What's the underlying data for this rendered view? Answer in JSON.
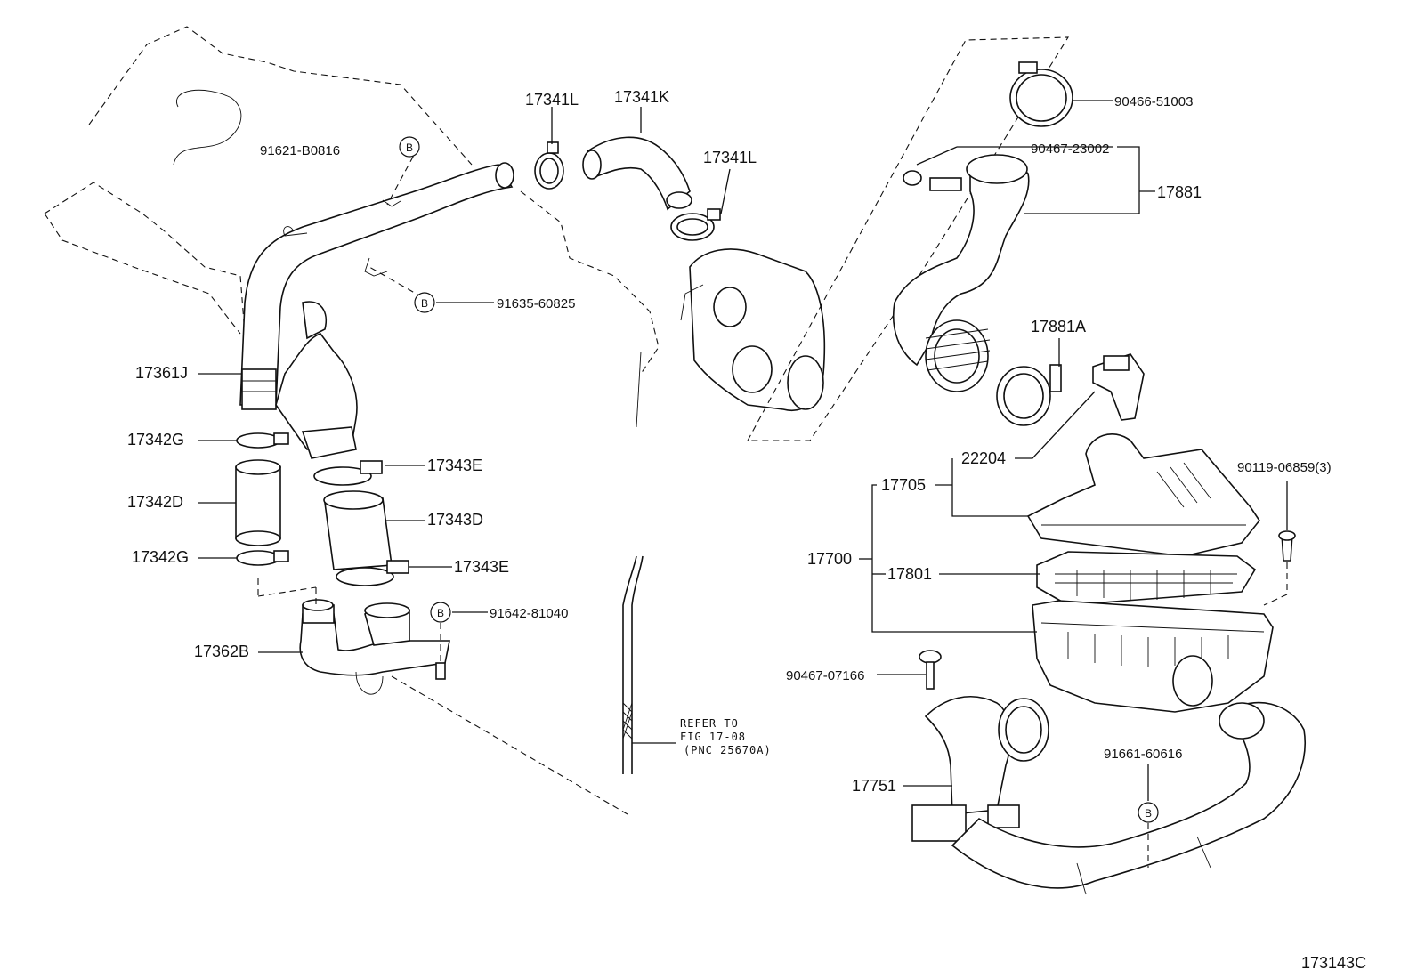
{
  "figure_id": "173143C",
  "marker_symbol": "B",
  "note": {
    "line1": "REFER TO",
    "line2": "FIG 17-08",
    "line3": "(PNC 25670A)"
  },
  "labels": {
    "p17341L_top": "17341L",
    "p17341K": "17341K",
    "p17341L_right": "17341L",
    "p91621": "91621-B0816",
    "p91635": "91635-60825",
    "p17361J": "17361J",
    "p17342G_top": "17342G",
    "p17342D": "17342D",
    "p17342G_bottom": "17342G",
    "p17343E_top": "17343E",
    "p17343D": "17343D",
    "p17343E_bottom": "17343E",
    "p91642": "91642-81040",
    "p17362B": "17362B",
    "p90466": "90466-51003",
    "p90467_23002": "90467-23002",
    "p17881": "17881",
    "p17881A": "17881A",
    "p22204": "22204",
    "p17705": "17705",
    "p90119": "90119-06859(3)",
    "p17700": "17700",
    "p17801": "17801",
    "p90467_07166": "90467-07166",
    "p91661": "91661-60616",
    "p17751": "17751"
  }
}
